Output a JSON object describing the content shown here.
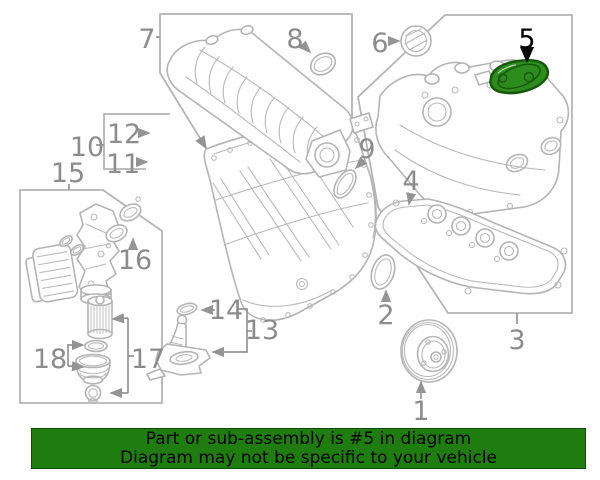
{
  "diagram": {
    "callouts": {
      "c1": "1",
      "c2": "2",
      "c3": "3",
      "c4": "4",
      "c5": "5",
      "c6": "6",
      "c7": "7",
      "c8": "8",
      "c9": "9",
      "c10": "10",
      "c11": "11",
      "c12": "12",
      "c13": "13",
      "c14": "14",
      "c15": "15",
      "c16": "16",
      "c17": "17",
      "c18": "18"
    },
    "highlighted_callout": "5"
  },
  "banner": {
    "line1": "Part or sub-assembly is #5 in diagram",
    "line2": "Diagram may not be specific to your vehicle"
  },
  "colors": {
    "banner_green": "#1e7d0e",
    "banner_border": "#0b4d05",
    "banner_text": "#000000",
    "highlight_fill": "#2e8b1e",
    "highlight_stroke": "#14590a",
    "line_gray": "#b4b4b4",
    "label_gray": "#8c8c8c",
    "highlight_label": "#000000"
  }
}
